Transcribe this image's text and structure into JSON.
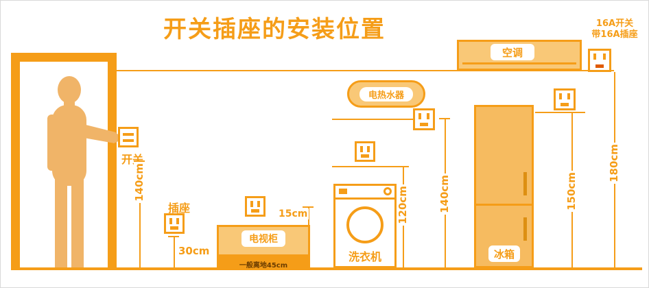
{
  "title": "开关插座的安装位置",
  "colors": {
    "accent": "#F59D18",
    "fill_light": "#F9C877",
    "fridge_fill": "#F6BB60",
    "silhouette": "#F0B468",
    "note_text": "#6B3C00"
  },
  "switch": {
    "label": "开关",
    "height": "140cm"
  },
  "low_socket": {
    "label": "插座",
    "height": "30cm"
  },
  "tv_cabinet": {
    "label": "电视柜",
    "note": "一般离地45cm",
    "socket_height": "15cm"
  },
  "washer": {
    "label": "洗衣机",
    "socket_height": "120cm"
  },
  "heater": {
    "label": "电热水器",
    "socket_height": "140cm"
  },
  "fridge": {
    "label": "冰箱",
    "socket_height": "150cm"
  },
  "ac": {
    "label": "空调",
    "socket_height": "180cm",
    "socket_note_line1": "16A开关",
    "socket_note_line2": "带16A插座"
  }
}
